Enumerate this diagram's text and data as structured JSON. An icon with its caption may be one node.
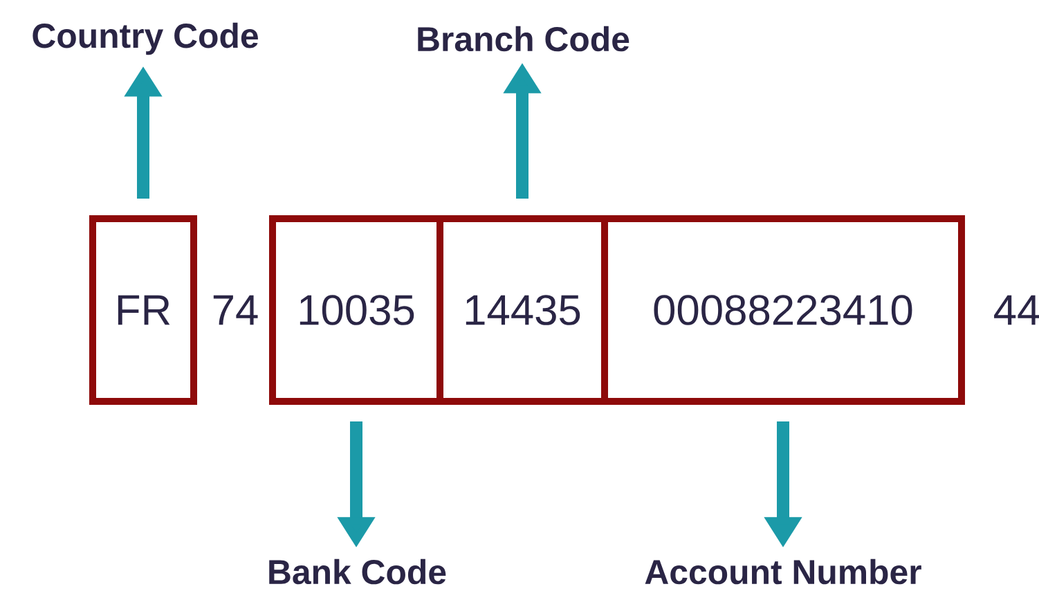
{
  "diagram": {
    "nodes": [
      {
        "text": [
          "Country Code"
        ]
      },
      {
        "text": [
          "Branch Code"
        ]
      },
      {
        "text": [
          "FR"
        ]
      },
      {
        "text": [
          "10035"
        ]
      },
      {
        "text": [
          "14435"
        ]
      },
      {
        "text": [
          "00088223410"
        ]
      },
      {
        "text": [
          "Bank Code"
        ]
      },
      {
        "text": [
          "Account Number"
        ]
      }
    ],
    "edges": [
      {
        "from": 2,
        "to": 0,
        "arrow": "to"
      },
      {
        "from": 4,
        "to": 1,
        "arrow": "to"
      },
      {
        "from": 3,
        "to": 6,
        "arrow": "to"
      },
      {
        "from": 5,
        "to": 7,
        "arrow": "to"
      }
    ],
    "labels": [
      "74",
      "44"
    ]
  }
}
